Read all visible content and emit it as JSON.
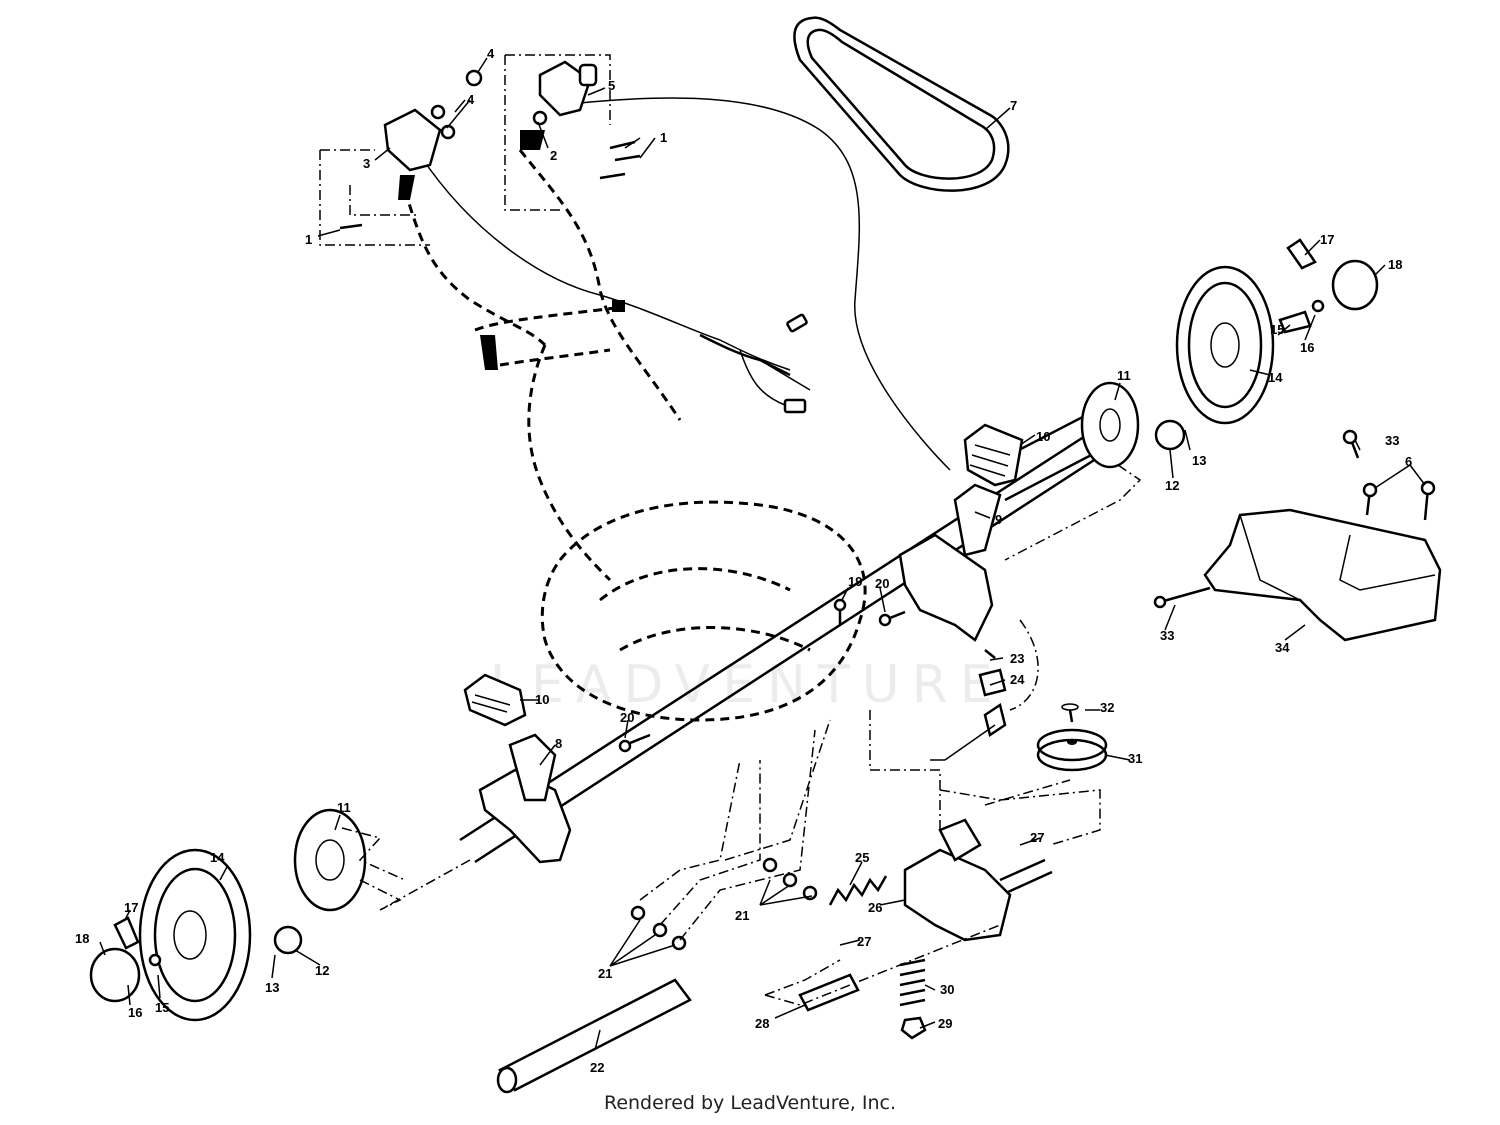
{
  "watermark": "LEADVENTURE",
  "footer": "Rendered by LeadVenture, Inc.",
  "callouts": [
    {
      "id": "c1a",
      "label": "1"
    },
    {
      "id": "c1b",
      "label": "1"
    },
    {
      "id": "c2",
      "label": "2"
    },
    {
      "id": "c3",
      "label": "3"
    },
    {
      "id": "c4a",
      "label": "4"
    },
    {
      "id": "c4b",
      "label": "4"
    },
    {
      "id": "c5",
      "label": "5"
    },
    {
      "id": "c6",
      "label": "6"
    },
    {
      "id": "c7",
      "label": "7"
    },
    {
      "id": "c8",
      "label": "8"
    },
    {
      "id": "c9",
      "label": "9"
    },
    {
      "id": "c10a",
      "label": "10"
    },
    {
      "id": "c10b",
      "label": "10"
    },
    {
      "id": "c11a",
      "label": "11"
    },
    {
      "id": "c11b",
      "label": "11"
    },
    {
      "id": "c12a",
      "label": "12"
    },
    {
      "id": "c12b",
      "label": "12"
    },
    {
      "id": "c13a",
      "label": "13"
    },
    {
      "id": "c13b",
      "label": "13"
    },
    {
      "id": "c14a",
      "label": "14"
    },
    {
      "id": "c14b",
      "label": "14"
    },
    {
      "id": "c15a",
      "label": "15"
    },
    {
      "id": "c15b",
      "label": "15"
    },
    {
      "id": "c16a",
      "label": "16"
    },
    {
      "id": "c16b",
      "label": "16"
    },
    {
      "id": "c17a",
      "label": "17"
    },
    {
      "id": "c17b",
      "label": "17"
    },
    {
      "id": "c18a",
      "label": "18"
    },
    {
      "id": "c18b",
      "label": "18"
    },
    {
      "id": "c19",
      "label": "19"
    },
    {
      "id": "c20a",
      "label": "20"
    },
    {
      "id": "c20b",
      "label": "20"
    },
    {
      "id": "c21a",
      "label": "21"
    },
    {
      "id": "c21b",
      "label": "21"
    },
    {
      "id": "c22",
      "label": "22"
    },
    {
      "id": "c23",
      "label": "23"
    },
    {
      "id": "c24",
      "label": "24"
    },
    {
      "id": "c25",
      "label": "25"
    },
    {
      "id": "c26",
      "label": "26"
    },
    {
      "id": "c27a",
      "label": "27"
    },
    {
      "id": "c27b",
      "label": "27"
    },
    {
      "id": "c28",
      "label": "28"
    },
    {
      "id": "c29",
      "label": "29"
    },
    {
      "id": "c30",
      "label": "30"
    },
    {
      "id": "c31",
      "label": "31"
    },
    {
      "id": "c32",
      "label": "32"
    },
    {
      "id": "c33a",
      "label": "33"
    },
    {
      "id": "c33b",
      "label": "33"
    },
    {
      "id": "c34",
      "label": "34"
    }
  ]
}
